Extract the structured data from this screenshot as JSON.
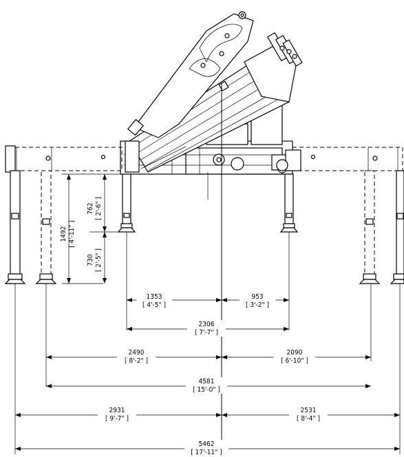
{
  "dimensions": {
    "d1353": {
      "mm": "1353",
      "ftin": "[ 4'-5\" ]"
    },
    "d953": {
      "mm": "953",
      "ftin": "[ 3'-2\" ]"
    },
    "d2306": {
      "mm": "2306",
      "ftin": "[ 7'-7\" ]"
    },
    "d2490": {
      "mm": "2490",
      "ftin": "[ 8'-2\" ]"
    },
    "d2090": {
      "mm": "2090",
      "ftin": "[ 6'-10\" ]"
    },
    "d4581": {
      "mm": "4581",
      "ftin": "[ 15'-0\" ]"
    },
    "d2931": {
      "mm": "2931",
      "ftin": "[ 9'-7\" ]"
    },
    "d2531": {
      "mm": "2531",
      "ftin": "[ 8'-4\" ]"
    },
    "d5462": {
      "mm": "5462",
      "ftin": "[ 17'-11\" ]"
    },
    "d762": {
      "mm": "762",
      "ftin": "[ 2'-6\" ]"
    },
    "d1492": {
      "mm": "1492",
      "ftin": "[ 4'-11\" ]"
    },
    "d730": {
      "mm": "730",
      "ftin": "[ 2'-5\" ]"
    }
  }
}
